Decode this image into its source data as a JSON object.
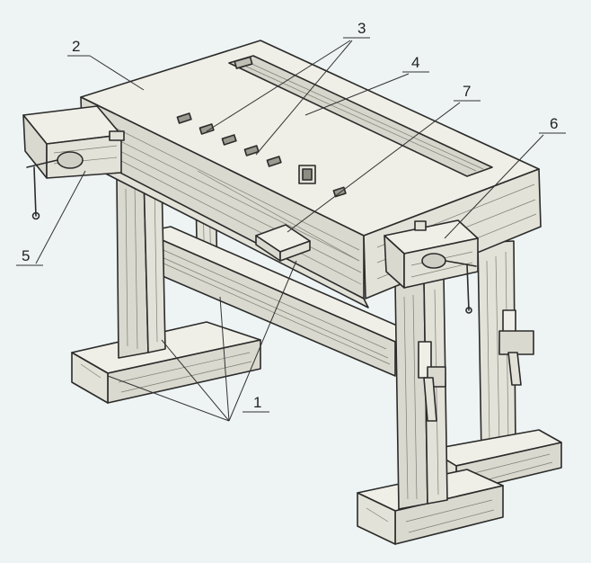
{
  "callouts": {
    "legs_frame": "1",
    "worktop": "2",
    "bench_dog_holes": "3",
    "tool_tray": "4",
    "front_vise": "5",
    "tail_vise": "6",
    "stop_block": "7"
  },
  "colors": {
    "background": "#eef3f3",
    "ink": "#2b2b2b"
  }
}
